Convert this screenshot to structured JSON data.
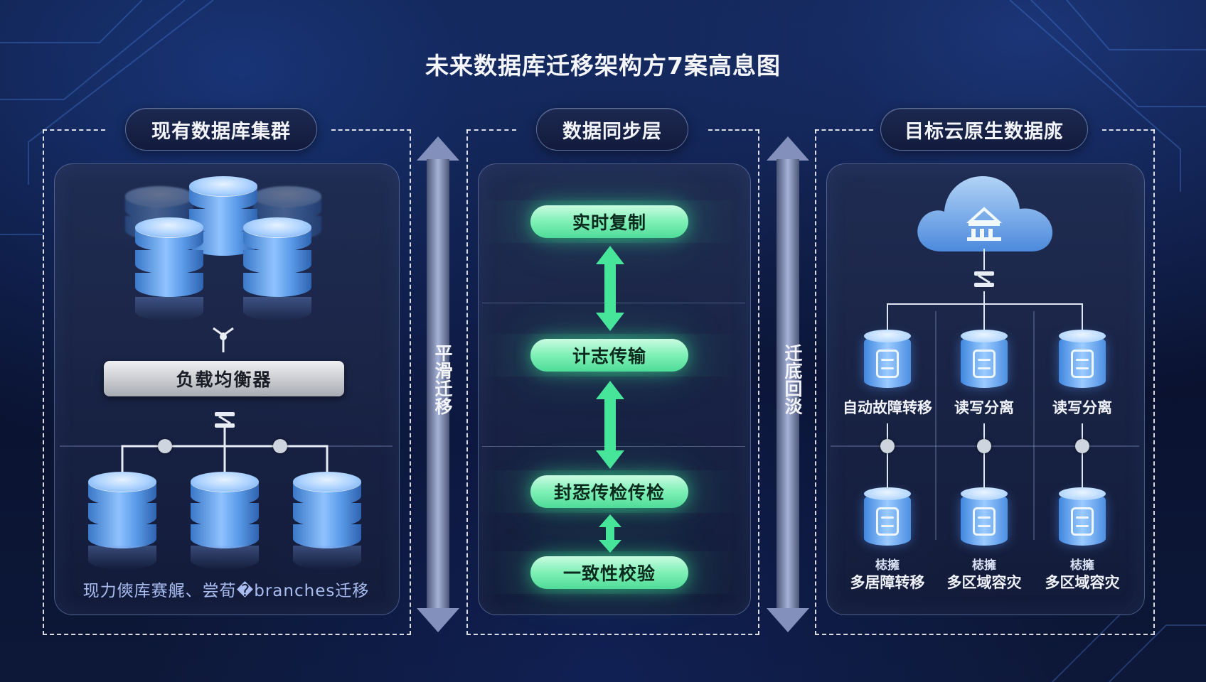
{
  "title": "未来数据库迁移架构方7案高息图",
  "sections": {
    "left": {
      "label": "现有数据库集群",
      "load_balancer": "负载均衡器",
      "caption": "现力傸库赛艉、尝荀�branches迁移"
    },
    "middle": {
      "label": "数据同步层",
      "steps": [
        "实时复制",
        "计志传输",
        "封㤅传检传检",
        "一致性校验"
      ]
    },
    "right": {
      "label": "目标云原生数据庣",
      "top_row": [
        "自动故障转移",
        "读写分离",
        "读写分离"
      ],
      "bottom_row": [
        {
          "small": "梽擁",
          "label": "多居障转移"
        },
        {
          "small": "梽擁",
          "label": "多区域容灾"
        },
        {
          "small": "梽擁",
          "label": "多区域容灾"
        }
      ]
    }
  },
  "side_arrows": {
    "left_text": "平滑迁移",
    "right_text": "迁底回淡"
  },
  "icons": {
    "connector": "connector-icon",
    "cloud": "cloud-icon",
    "database": "database-icon"
  },
  "colors": {
    "accent_green": "#4fdc98",
    "db_blue": "#6ea7ee",
    "background": "#0a1230"
  }
}
